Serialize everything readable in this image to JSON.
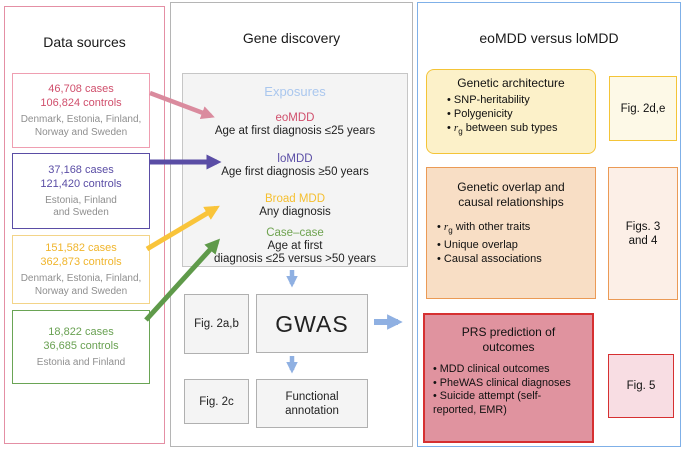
{
  "ui": {
    "colors": {
      "rose": "#d04f6c",
      "purple": "#5a4da5",
      "gold": "#f5bf2f",
      "green": "#69a152",
      "exposures_blue": "#aac7ee",
      "arrow_blue": "#8fb0e2",
      "panel_border_pink": "#e48fa4",
      "panel_border_gray": "#b5b5b5",
      "panel_border_blue": "#7fb0e8",
      "yellow_border": "#f4c437",
      "orange_border": "#eb9a55",
      "red_border": "#d63031"
    }
  },
  "data_sources": {
    "title": "Data sources",
    "cohorts": [
      {
        "cases": "46,708 cases",
        "controls": "106,824 controls",
        "region_lines": [
          "Denmark, Estonia, Finland,",
          "Norway and Sweden"
        ]
      },
      {
        "cases": "37,168 cases",
        "controls": "121,420 controls",
        "region_lines": [
          "Estonia, Finland",
          "and Sweden"
        ]
      },
      {
        "cases": "151,582 cases",
        "controls": "362,873 controls",
        "region_lines": [
          "Denmark, Estonia, Finland,",
          "Norway and Sweden"
        ]
      },
      {
        "cases": "18,822 cases",
        "controls": "36,685 controls",
        "region_lines": [
          "Estonia and Finland"
        ]
      }
    ]
  },
  "gene_discovery": {
    "title": "Gene discovery",
    "exposures": {
      "heading": "Exposures",
      "items": [
        {
          "label": "eoMDD",
          "desc_lines": [
            "Age at first diagnosis ≤25 years"
          ]
        },
        {
          "label": "loMDD",
          "desc_lines": [
            "Age first diagnosis ≥50 years"
          ]
        },
        {
          "label": "Broad MDD",
          "desc_lines": [
            "Any diagnosis"
          ]
        },
        {
          "label": "Case–case",
          "desc_lines": [
            "Age at first",
            "diagnosis ≤25 versus >50 years"
          ]
        }
      ]
    },
    "fig2ab": "Fig. 2a,b",
    "gwas": "GWAS",
    "fig2c": "Fig. 2c",
    "functional_lines": [
      "Functional",
      "annotation"
    ]
  },
  "comparison": {
    "title": "eoMDD versus loMDD",
    "genetic_architecture": {
      "title": "Genetic architecture",
      "bullets": [
        "• SNP-heritability",
        "• Polygenicity"
      ],
      "rg_bullet": {
        "pre": "• ",
        "r": "r",
        "sub": "g",
        "rest": " between sub types"
      },
      "fig": "Fig. 2d,e"
    },
    "genetic_overlap": {
      "title_lines": [
        "Genetic overlap and",
        "causal relationships"
      ],
      "rg_bullet": {
        "pre": "• ",
        "r": "r",
        "sub": "g",
        "rest": " with other traits"
      },
      "bullets": [
        "• Unique overlap",
        "• Causal associations"
      ],
      "fig_lines": [
        "Figs. 3",
        "and 4"
      ]
    },
    "prs": {
      "title_lines": [
        "PRS prediction of",
        "outcomes"
      ],
      "bullets": [
        "• MDD clinical outcomes",
        "• PheWAS clinical diagnoses",
        "• Suicide attempt (self-reported, EMR)"
      ],
      "fig": "Fig. 5"
    }
  }
}
